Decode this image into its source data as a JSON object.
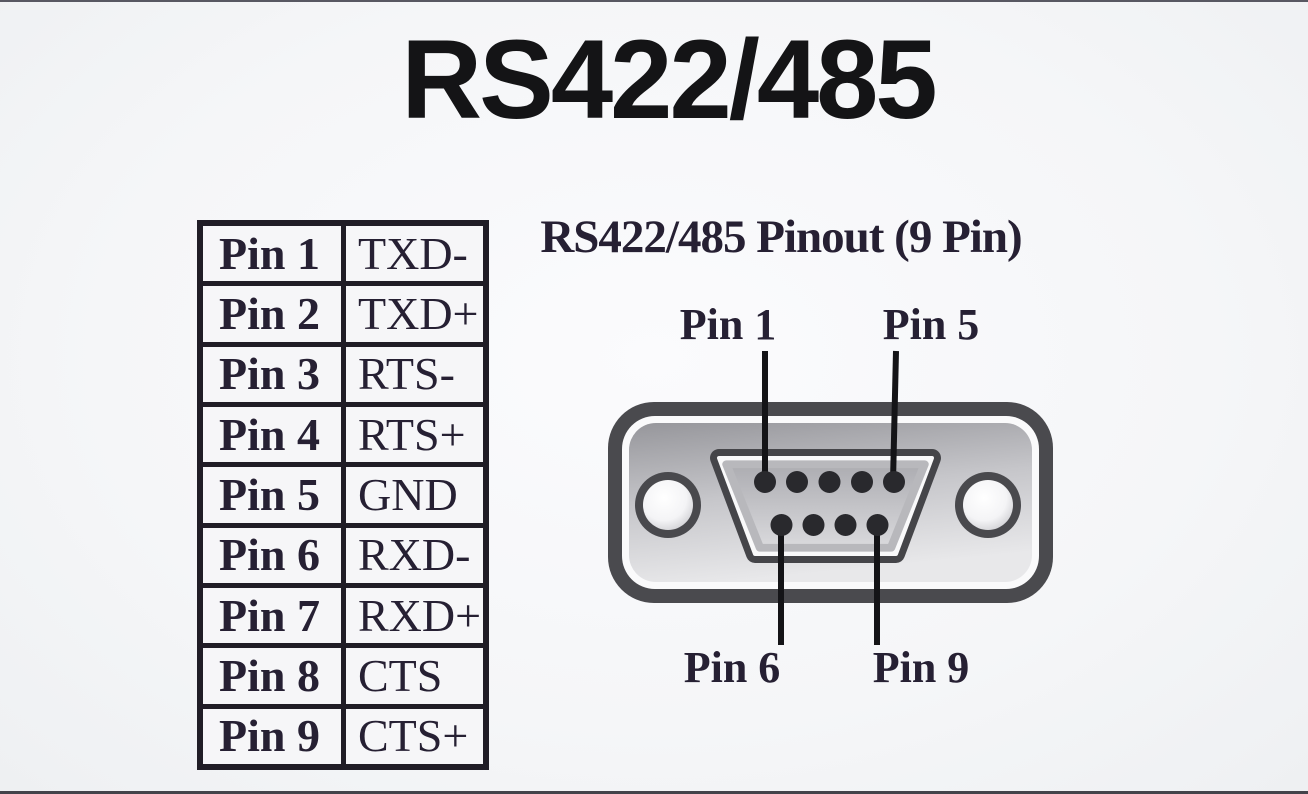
{
  "page": {
    "title": "RS422/485"
  },
  "pin_table": {
    "rows": [
      {
        "pin": "Pin 1",
        "signal": "TXD-"
      },
      {
        "pin": "Pin 2",
        "signal": "TXD+"
      },
      {
        "pin": "Pin 3",
        "signal": "RTS-"
      },
      {
        "pin": "Pin 4",
        "signal": "RTS+"
      },
      {
        "pin": "Pin 5",
        "signal": "GND"
      },
      {
        "pin": "Pin 6",
        "signal": "RXD-"
      },
      {
        "pin": "Pin 7",
        "signal": "RXD+"
      },
      {
        "pin": "Pin 8",
        "signal": "CTS"
      },
      {
        "pin": "Pin 9",
        "signal": "CTS+"
      }
    ]
  },
  "connector": {
    "heading": "RS422/485 Pinout (9 Pin)",
    "callouts": {
      "pin1": "Pin 1",
      "pin5": "Pin 5",
      "pin6": "Pin 6",
      "pin9": "Pin 9"
    }
  },
  "colors": {
    "ink": "#262033",
    "title_ink": "#141416",
    "shell_dark": "#4a4a4e",
    "metal_mid": "#aeaeb3",
    "metal_light": "#e6e6e8",
    "pin_hole": "#29292d",
    "background": "#f5f6f8"
  }
}
